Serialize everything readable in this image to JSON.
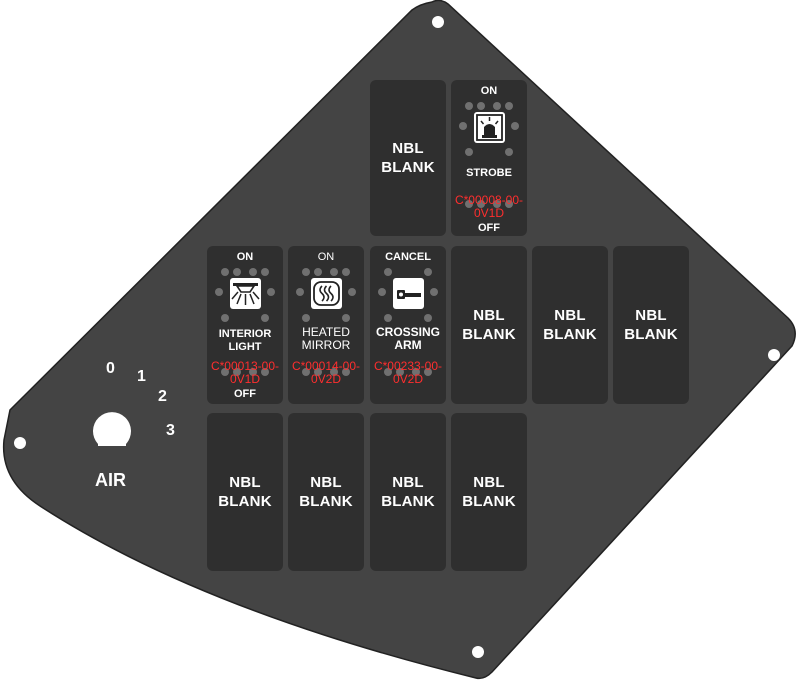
{
  "panel": {
    "color": "#444444",
    "outline": "#222222"
  },
  "dial": {
    "positions": [
      "0",
      "1",
      "2",
      "3"
    ],
    "label": "AIR"
  },
  "switches": [
    {
      "kind": "blank",
      "label": "NBL\nBLANK"
    },
    {
      "kind": "function",
      "top": "ON",
      "label": "STROBE",
      "bottom": "OFF",
      "code": "C*00008-00-\n0V1D",
      "icon": "strobe-icon"
    },
    {
      "kind": "function",
      "top": "ON",
      "label": "INTERIOR\nLIGHT",
      "bottom": "OFF",
      "code": "C*00013-00-\n0V1D",
      "icon": "interior-light-icon"
    },
    {
      "kind": "function",
      "top": "ON",
      "label": "HEATED\nMIRROR",
      "bottom": "",
      "code": "C*00014-00-\n0V2D",
      "icon": "heated-mirror-icon"
    },
    {
      "kind": "function",
      "top": "CANCEL",
      "label": "CROSSING\nARM",
      "bottom": "",
      "code": "C*00233-00-\n0V2D",
      "icon": "crossing-arm-icon"
    },
    {
      "kind": "blank",
      "label": "NBL\nBLANK"
    },
    {
      "kind": "blank",
      "label": "NBL\nBLANK"
    },
    {
      "kind": "blank",
      "label": "NBL\nBLANK"
    },
    {
      "kind": "blank",
      "label": "NBL\nBLANK"
    },
    {
      "kind": "blank",
      "label": "NBL\nBLANK"
    },
    {
      "kind": "blank",
      "label": "NBL\nBLANK"
    },
    {
      "kind": "blank",
      "label": "NBL\nBLANK"
    }
  ]
}
